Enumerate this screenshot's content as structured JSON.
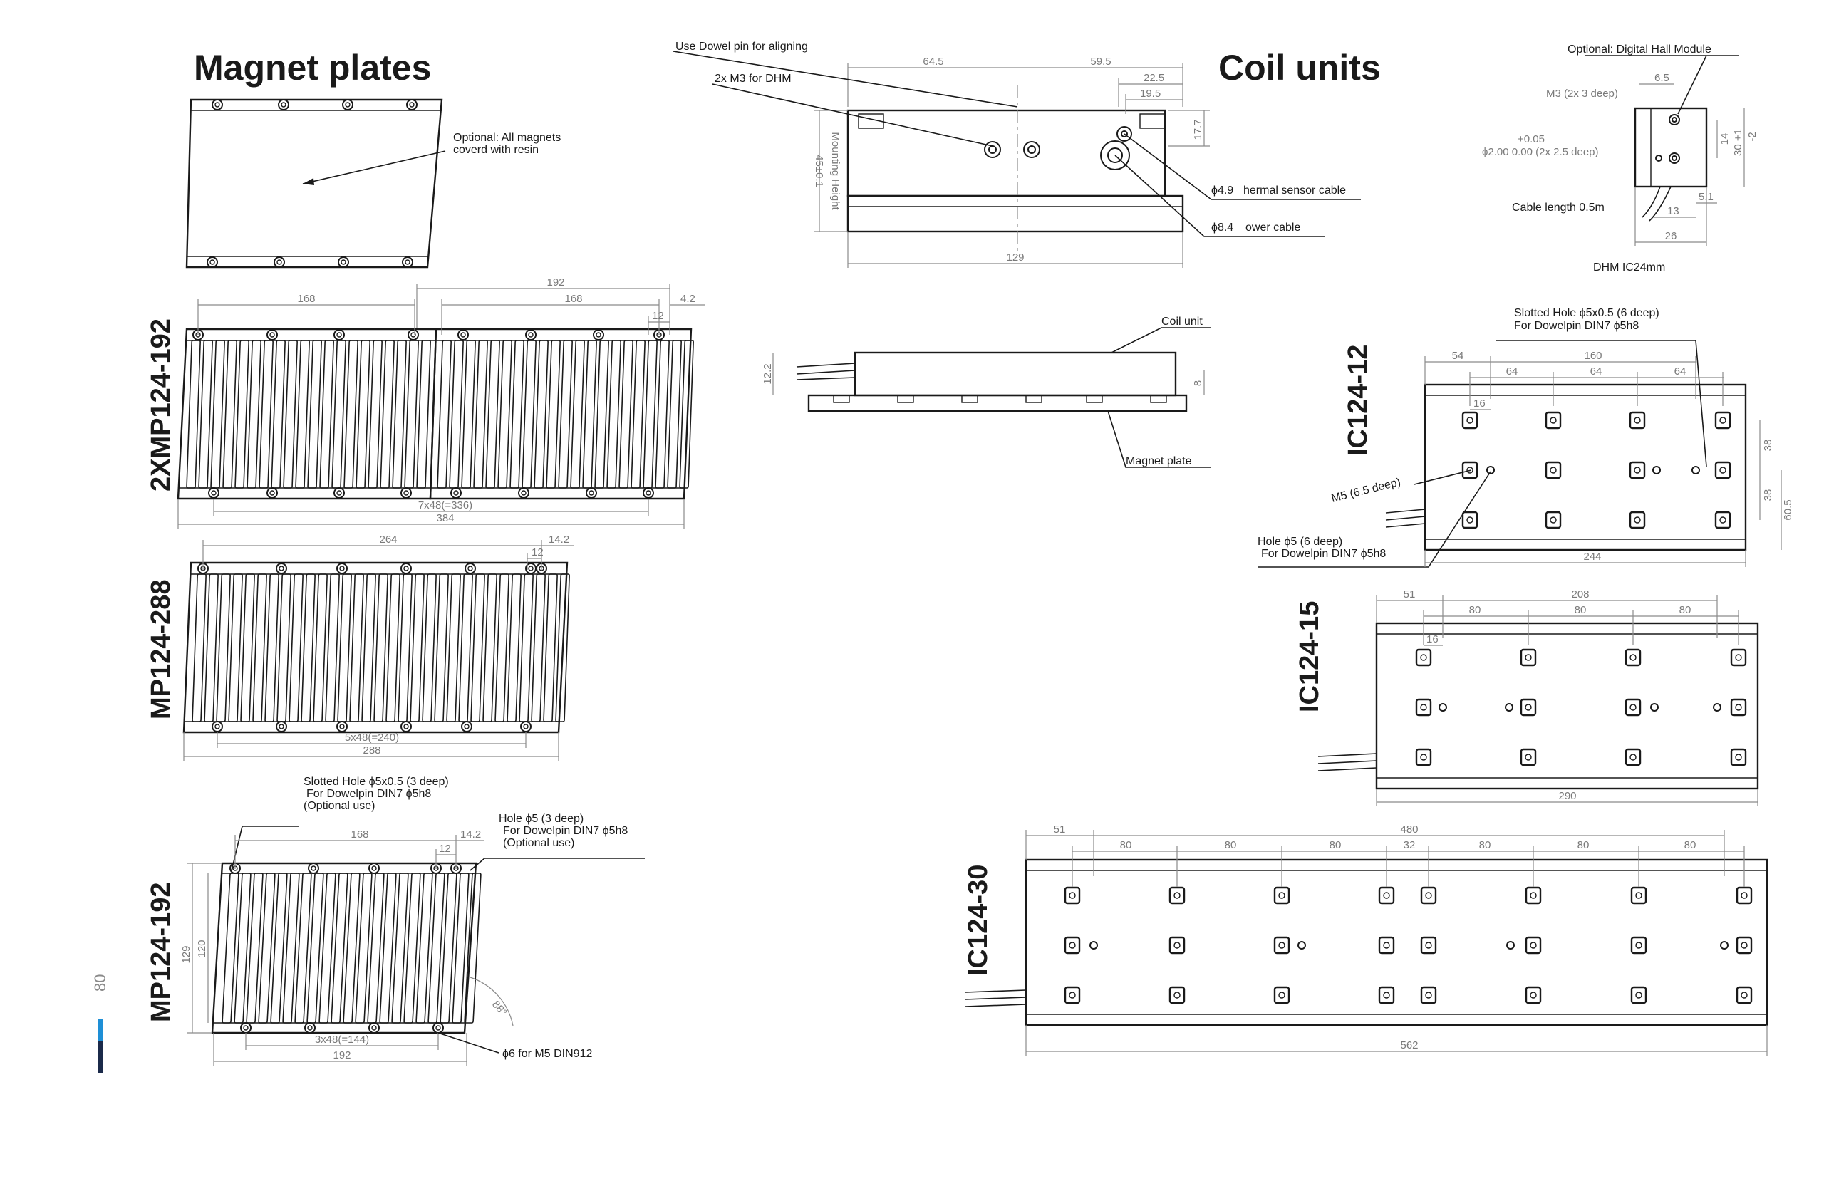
{
  "headings": {
    "magnet_plates": "Magnet plates",
    "coil_units": "Coil units"
  },
  "models": {
    "mp2x192": "2XMP124-192",
    "mp288": "MP124-288",
    "mp192": "MP124-192",
    "ic12": "IC124-12",
    "ic15": "IC124-15",
    "ic30": "IC124-30",
    "dhm": "DHM IC24mm"
  },
  "notes": {
    "resin": [
      "Optional: All magnets",
      "coverd with resin"
    ],
    "dowel_align": "Use Dowel pin for aligning",
    "m3_dhm": "2x M3 for DHM",
    "mounting_height": "Mounting Height",
    "mounting_height_value": "45±0.1",
    "thermal_cable_dia": "ϕ4.9",
    "thermal_cable": "hermal sensor cable",
    "power_cable_dia": "ϕ8.4",
    "power_cable": "ower cable",
    "dhm_optional": "Optional: Digital Hall Module",
    "dhm_m3": "M3 (2x 3 deep)",
    "dhm_tol": "+0.05",
    "dhm_hole": "ϕ2.00   0.00 (2x 2.5 deep)",
    "dhm_cable": "Cable length 0.5m",
    "coil_unit": "Coil unit",
    "magnet_plate": "Magnet plate",
    "ic12_slotted": "Slotted Hole ϕ5x0.5 (6 deep)",
    "ic12_dowel": "For Dowelpin DIN7 ϕ5h8",
    "ic12_m5": "M5 (6.5 deep)",
    "ic12_hole": "Hole ϕ5 (6 deep)",
    "ic12_hole_dowel": "For Dowelpin DIN7 ϕ5h8",
    "mp_slotted": "Slotted Hole ϕ5x0.5 (3 deep)",
    "mp_slotted_dowel": "For Dowelpin DIN7 ϕ5h8",
    "mp_slotted_opt": "(Optional use)",
    "mp_hole": "Hole ϕ5 (3 deep)",
    "mp_hole_dowel": "For Dowelpin DIN7 ϕ5h8",
    "mp_hole_opt": "(Optional use)",
    "mp_m5": "ϕ6 for M5 DIN912"
  },
  "dims": {
    "mp2x_192": "192",
    "mp2x_168a": "168",
    "mp2x_168b": "168",
    "mp2x_42": "4.2",
    "mp2x_12": "12",
    "mp2x_pitch": "7x48(=336)",
    "mp2x_384": "384",
    "mp288_264": "264",
    "mp288_142": "14.2",
    "mp288_12": "12",
    "mp288_pitch": "5x48(=240)",
    "mp288_288": "288",
    "mp192_168": "168",
    "mp192_142": "14.2",
    "mp192_12": "12",
    "mp192_129": "129",
    "mp192_120": "120",
    "mp192_pitch": "3x48(=144)",
    "mp192_192": "192",
    "mp192_angle": "88°",
    "cu_645": "64.5",
    "cu_595": "59.5",
    "cu_225": "22.5",
    "cu_195": "19.5",
    "cu_177": "17.7",
    "cu_129": "129",
    "dhm_65": "6.5",
    "dhm_14": "14",
    "dhm_30": "30 +1",
    "dhm_m2": "-2",
    "dhm_51": "5.1",
    "dhm_13": "13",
    "dhm_26": "26",
    "side_122": "12.2",
    "side_8": "8",
    "ic12_54": "54",
    "ic12_160": "160",
    "ic12_64a": "64",
    "ic12_64b": "64",
    "ic12_64c": "64",
    "ic12_16": "16",
    "ic12_38a": "38",
    "ic12_38b": "38",
    "ic12_605": "60.5",
    "ic12_244": "244",
    "ic15_51": "51",
    "ic15_208": "208",
    "ic15_80a": "80",
    "ic15_80b": "80",
    "ic15_80c": "80",
    "ic15_16": "16",
    "ic15_290": "290",
    "ic30_51": "51",
    "ic30_480": "480",
    "ic30_80a": "80",
    "ic30_80b": "80",
    "ic30_80c": "80",
    "ic30_32": "32",
    "ic30_80d": "80",
    "ic30_80e": "80",
    "ic30_80f": "80",
    "ic30_562": "562"
  },
  "page": {
    "number": "80",
    "accent_color": "#1e8fd6",
    "dark_color": "#1b2a4a"
  }
}
